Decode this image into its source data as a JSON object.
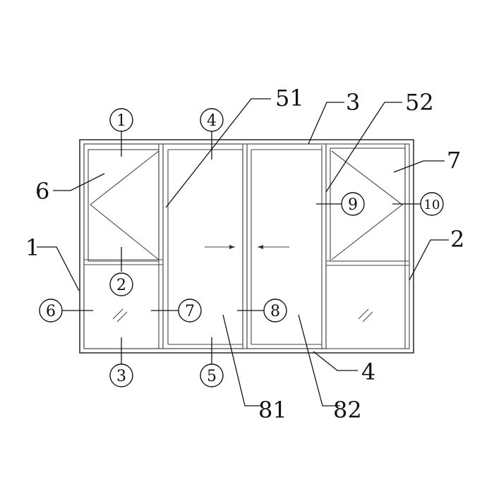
{
  "circled_labels": {
    "c1_top": "1",
    "c4_top": "4",
    "c2_mid": "2",
    "c6_left": "6",
    "c7_mid": "7",
    "c8_mid": "8",
    "c3_bottom": "3",
    "c5_bottom": "5",
    "c9_right": "9",
    "c10_right": "10"
  },
  "plain_labels": {
    "p51": "51",
    "p3": "3",
    "p52": "52",
    "p7": "7",
    "p6": "6",
    "p1": "1",
    "p2": "2",
    "p4": "4",
    "p81": "81",
    "p82": "82"
  },
  "colors": {
    "line": "#333333",
    "text": "#111111",
    "background": "#ffffff"
  }
}
